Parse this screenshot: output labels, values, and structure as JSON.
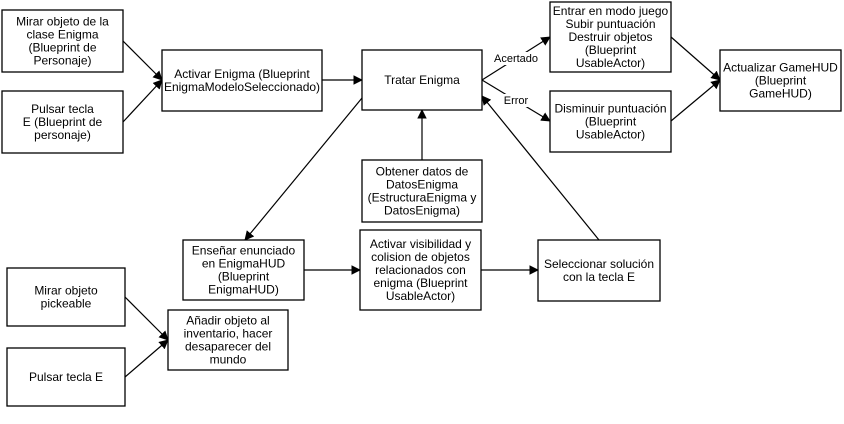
{
  "nodes": {
    "mirar_enigma": [
      "Mirar objeto de la",
      "clase Enigma",
      "(Blueprint de",
      "Personaje)"
    ],
    "pulsar_e_personaje": [
      "Pulsar tecla",
      "E (Blueprint de",
      "personaje)"
    ],
    "activar_enigma": [
      "Activar Enigma (Blueprint",
      "EnigmaModeloSeleccionado)"
    ],
    "tratar_enigma": [
      "Tratar Enigma"
    ],
    "entrar_modo_juego": [
      "Entrar en modo juego",
      "Subir puntuación",
      "Destruir objetos",
      "(Blueprint",
      "UsableActor)"
    ],
    "disminuir_puntuacion": [
      "Disminuir puntuación",
      "(Blueprint",
      "UsableActor)"
    ],
    "actualizar_gamehud": [
      "Actualizar GameHUD",
      "(Blueprint",
      "GameHUD)"
    ],
    "obtener_datos": [
      "Obtener datos de",
      "DatosEnigma",
      "(EstructuraEnigma y",
      "DatosEnigma)"
    ],
    "ensenar_enunciado": [
      "Enseñar enunciado",
      "en EnigmaHUD",
      "(Blueprint",
      "EnigmaHUD)"
    ],
    "activar_visibilidad": [
      "Activar visibilidad y",
      "colision de objetos",
      "relacionados con",
      "enigma (Blueprint",
      "UsableActor)"
    ],
    "seleccionar_solucion": [
      "Seleccionar solución",
      "con la tecla E"
    ],
    "mirar_pickeable": [
      "Mirar objeto",
      "pickeable"
    ],
    "pulsar_e": [
      "Pulsar tecla E"
    ],
    "anadir_objeto": [
      "Añadir objeto al",
      "inventario, hacer",
      "desaparecer del",
      "mundo"
    ]
  },
  "edge_labels": {
    "acertado": "Acertado",
    "error": "Error"
  }
}
